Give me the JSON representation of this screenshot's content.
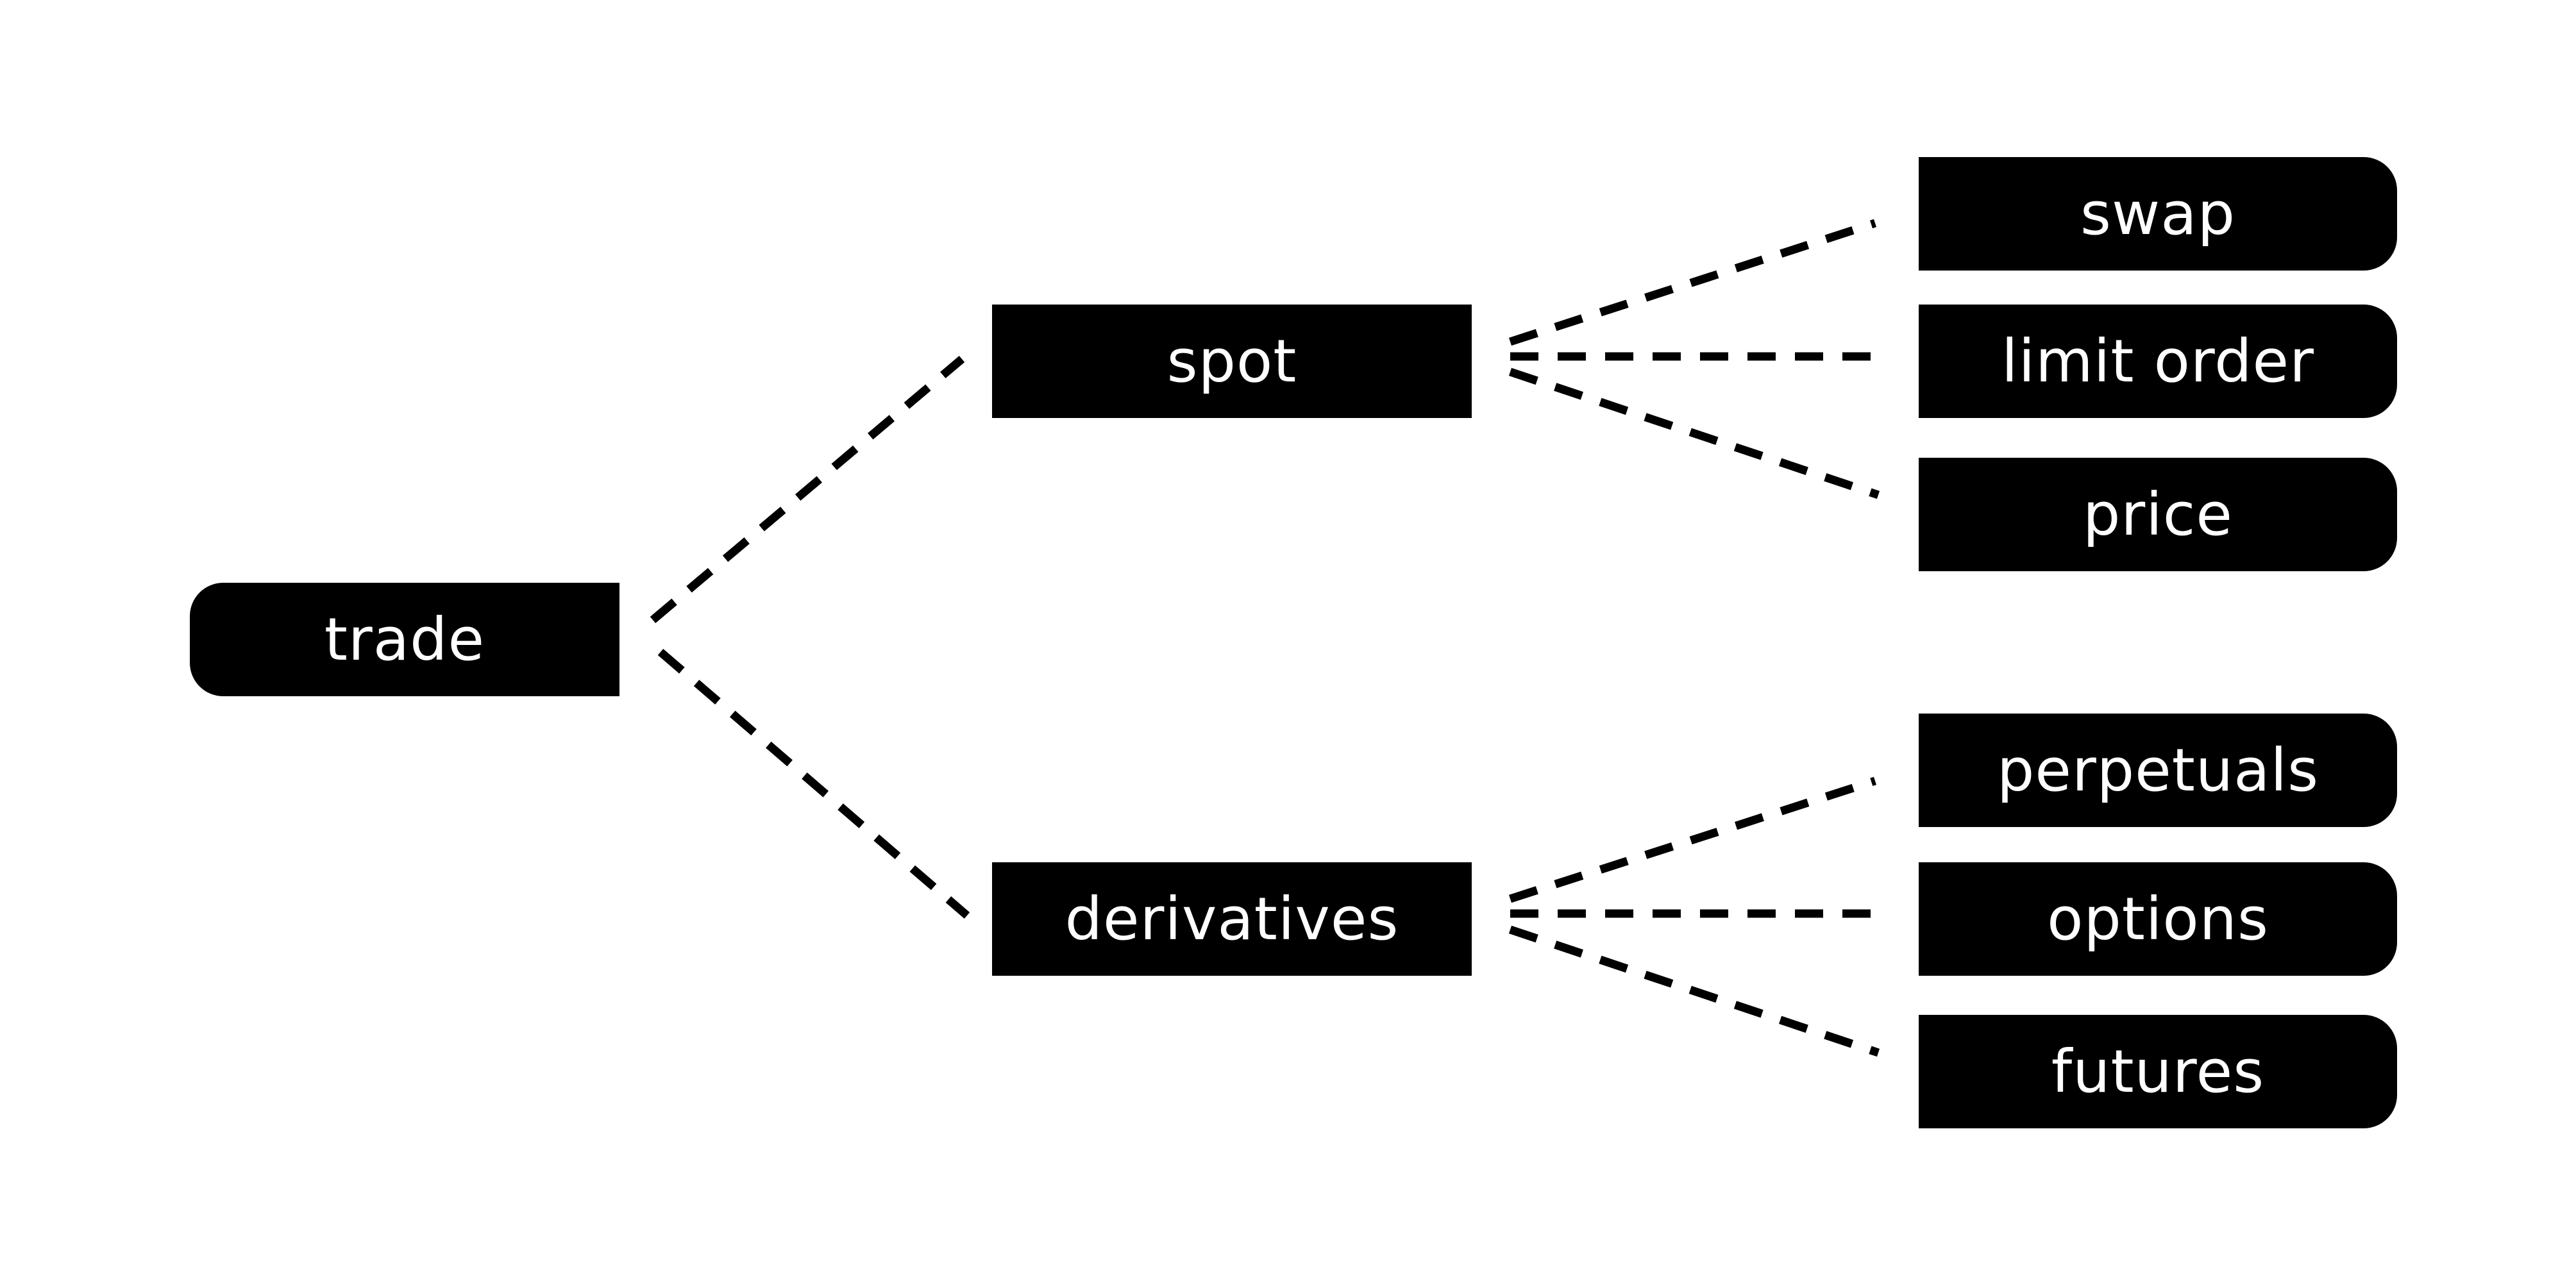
{
  "diagram": {
    "root": {
      "label": "trade"
    },
    "branches": [
      {
        "label": "spot",
        "children": [
          "swap",
          "limit order",
          "price"
        ]
      },
      {
        "label": "derivatives",
        "children": [
          "perpetuals",
          "options",
          "futures"
        ]
      }
    ],
    "node_color": "#000000",
    "text_color": "#ffffff",
    "edge_style": "dashed",
    "edge_color": "#000000"
  }
}
